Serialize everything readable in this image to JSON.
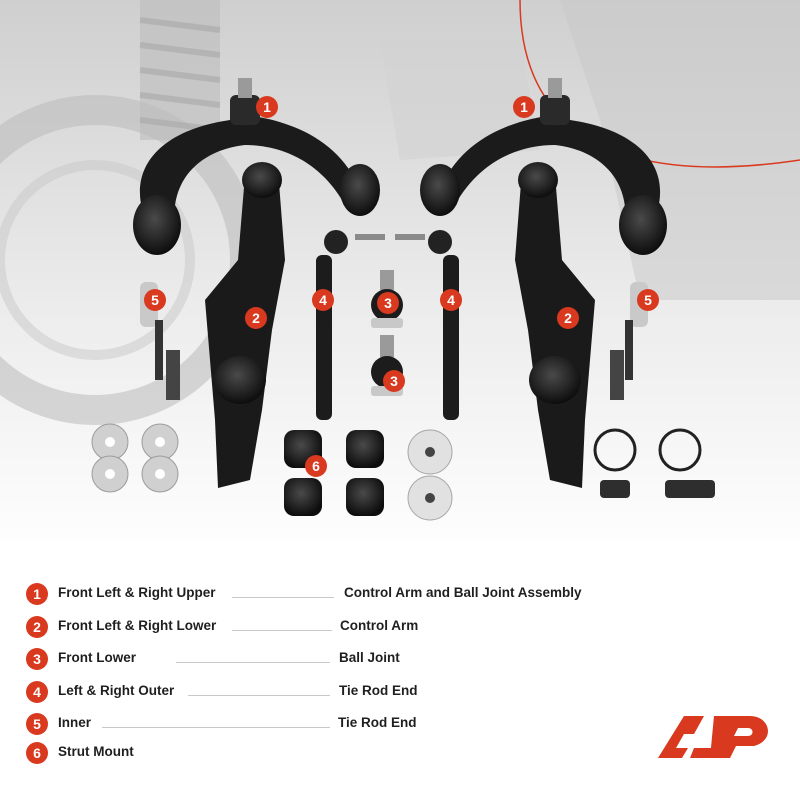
{
  "callouts": {
    "upper_control_arm": "1",
    "lower_control_arm": "2",
    "lower_ball_joint": "3",
    "outer_tie_rod": "4",
    "inner_tie_rod": "5",
    "strut_mount": "6"
  },
  "legend": [
    {
      "number": "1",
      "left": "Front Left & Right Upper",
      "right": "Control Arm and Ball Joint Assembly"
    },
    {
      "number": "2",
      "left": "Front Left & Right Lower",
      "right": "Control Arm"
    },
    {
      "number": "3",
      "left": "Front Lower",
      "right": "Ball Joint"
    },
    {
      "number": "4",
      "left": "Left & Right Outer",
      "right": "Tie Rod End"
    },
    {
      "number": "5",
      "left": "Inner",
      "right": "Tie Rod End"
    },
    {
      "number": "6",
      "left": "Strut Mount",
      "right": ""
    }
  ],
  "colors": {
    "accent": "#d9391f",
    "part_black": "#1b1b1b",
    "background": "#ffffff"
  },
  "logo": {
    "icon": "a-premium-logo"
  }
}
